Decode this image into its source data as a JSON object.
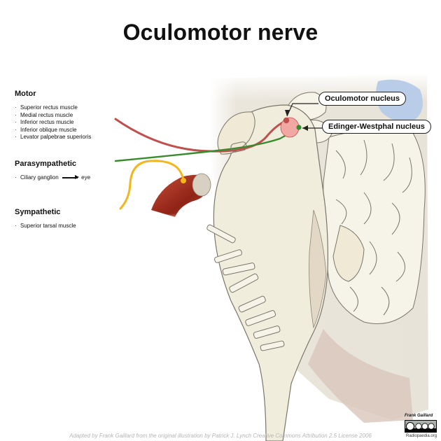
{
  "title": "Oculomotor nerve",
  "sections": [
    {
      "heading": "Motor",
      "items": [
        "Superior rectus muscle",
        "Medial rectus muscle",
        "Inferior rectus muscle",
        "Inferior oblique muscle",
        "Levator palpebrae superioris"
      ]
    },
    {
      "heading": "Parasympathetic",
      "items": [
        {
          "from": "Ciliary ganglion",
          "to": "eye"
        }
      ]
    },
    {
      "heading": "Sympathetic",
      "items": [
        "Superior tarsal muscle"
      ]
    }
  ],
  "callouts": {
    "oculomotor_nucleus": "Oculomotor nucleus",
    "edinger_westphal_nucleus": "Edinger-Westphal nucleus"
  },
  "credit": "Adapted by Frank Gaillard from the original illustration by Patrick J. Lynch Creative Commons Attribution 2.5 License 2006",
  "signature": "Frank Gaillard",
  "license_badge": "cc by nc sa",
  "site": "Radiopaedia.org",
  "colors": {
    "motor_fiber": "#c0504d",
    "parasympathetic_fiber": "#3a8a2e",
    "sympathetic_fiber": "#f2b71c",
    "brainstem": "#f1eddc",
    "carotid": "#a52a1e"
  }
}
